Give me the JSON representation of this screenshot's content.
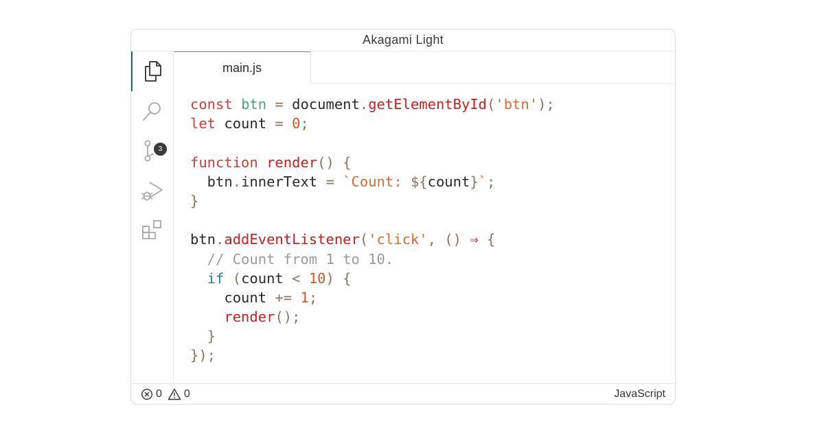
{
  "window": {
    "title": "Akagami Light"
  },
  "activity_bar": [
    {
      "name": "explorer-icon",
      "active": true
    },
    {
      "name": "search-icon",
      "active": false
    },
    {
      "name": "source-control-icon",
      "active": false,
      "badge": "3"
    },
    {
      "name": "run-debug-icon",
      "active": false
    },
    {
      "name": "extensions-icon",
      "active": false
    }
  ],
  "tabs": [
    {
      "label": "main.js",
      "active": true
    }
  ],
  "colors": {
    "keyword": "#c9413f",
    "function": "#d01c1c",
    "variable": "#4f9f7e",
    "string": "#e06a30",
    "number": "#cc5a1e",
    "comment": "#9a9a9a",
    "punct": "#8e7460",
    "operator": "#e11d48",
    "control": "#1a8a8f",
    "text": "#2a2a2a"
  },
  "code_lines": [
    [
      [
        "keyword",
        "const "
      ],
      [
        "variable",
        "btn"
      ],
      [
        "punct",
        " = "
      ],
      [
        "text",
        "document"
      ],
      [
        "punct",
        "."
      ],
      [
        "function",
        "getElementById"
      ],
      [
        "punct",
        "("
      ],
      [
        "string",
        "'btn'"
      ],
      [
        "punct",
        ");"
      ]
    ],
    [
      [
        "keyword",
        "let "
      ],
      [
        "text",
        "count"
      ],
      [
        "punct",
        " = "
      ],
      [
        "number",
        "0"
      ],
      [
        "punct",
        ";"
      ]
    ],
    [],
    [
      [
        "keyword",
        "function "
      ],
      [
        "function",
        "render"
      ],
      [
        "punct",
        "() {"
      ]
    ],
    [
      [
        "text",
        "  btn"
      ],
      [
        "punct",
        "."
      ],
      [
        "text",
        "innerText"
      ],
      [
        "punct",
        " = "
      ],
      [
        "string",
        "`Count: "
      ],
      [
        "punct",
        "${"
      ],
      [
        "text",
        "count"
      ],
      [
        "punct",
        "}"
      ],
      [
        "string",
        "`"
      ],
      [
        "punct",
        ";"
      ]
    ],
    [
      [
        "punct",
        "}"
      ]
    ],
    [],
    [
      [
        "text",
        "btn"
      ],
      [
        "punct",
        "."
      ],
      [
        "function",
        "addEventListener"
      ],
      [
        "punct",
        "("
      ],
      [
        "string",
        "'click'"
      ],
      [
        "punct",
        ", () "
      ],
      [
        "operator",
        "⇒"
      ],
      [
        "punct",
        " {"
      ]
    ],
    [
      [
        "comment",
        "  // Count from 1 to 10."
      ]
    ],
    [
      [
        "text",
        "  "
      ],
      [
        "control",
        "if"
      ],
      [
        "punct",
        " ("
      ],
      [
        "text",
        "count"
      ],
      [
        "punct",
        " < "
      ],
      [
        "number",
        "10"
      ],
      [
        "punct",
        ") {"
      ]
    ],
    [
      [
        "text",
        "    count"
      ],
      [
        "punct",
        " += "
      ],
      [
        "number",
        "1"
      ],
      [
        "punct",
        ";"
      ]
    ],
    [
      [
        "text",
        "    "
      ],
      [
        "function",
        "render"
      ],
      [
        "punct",
        "();"
      ]
    ],
    [
      [
        "punct",
        "  }"
      ]
    ],
    [
      [
        "punct",
        "});"
      ]
    ]
  ],
  "status_bar": {
    "errors": "0",
    "warnings": "0",
    "language": "JavaScript"
  }
}
